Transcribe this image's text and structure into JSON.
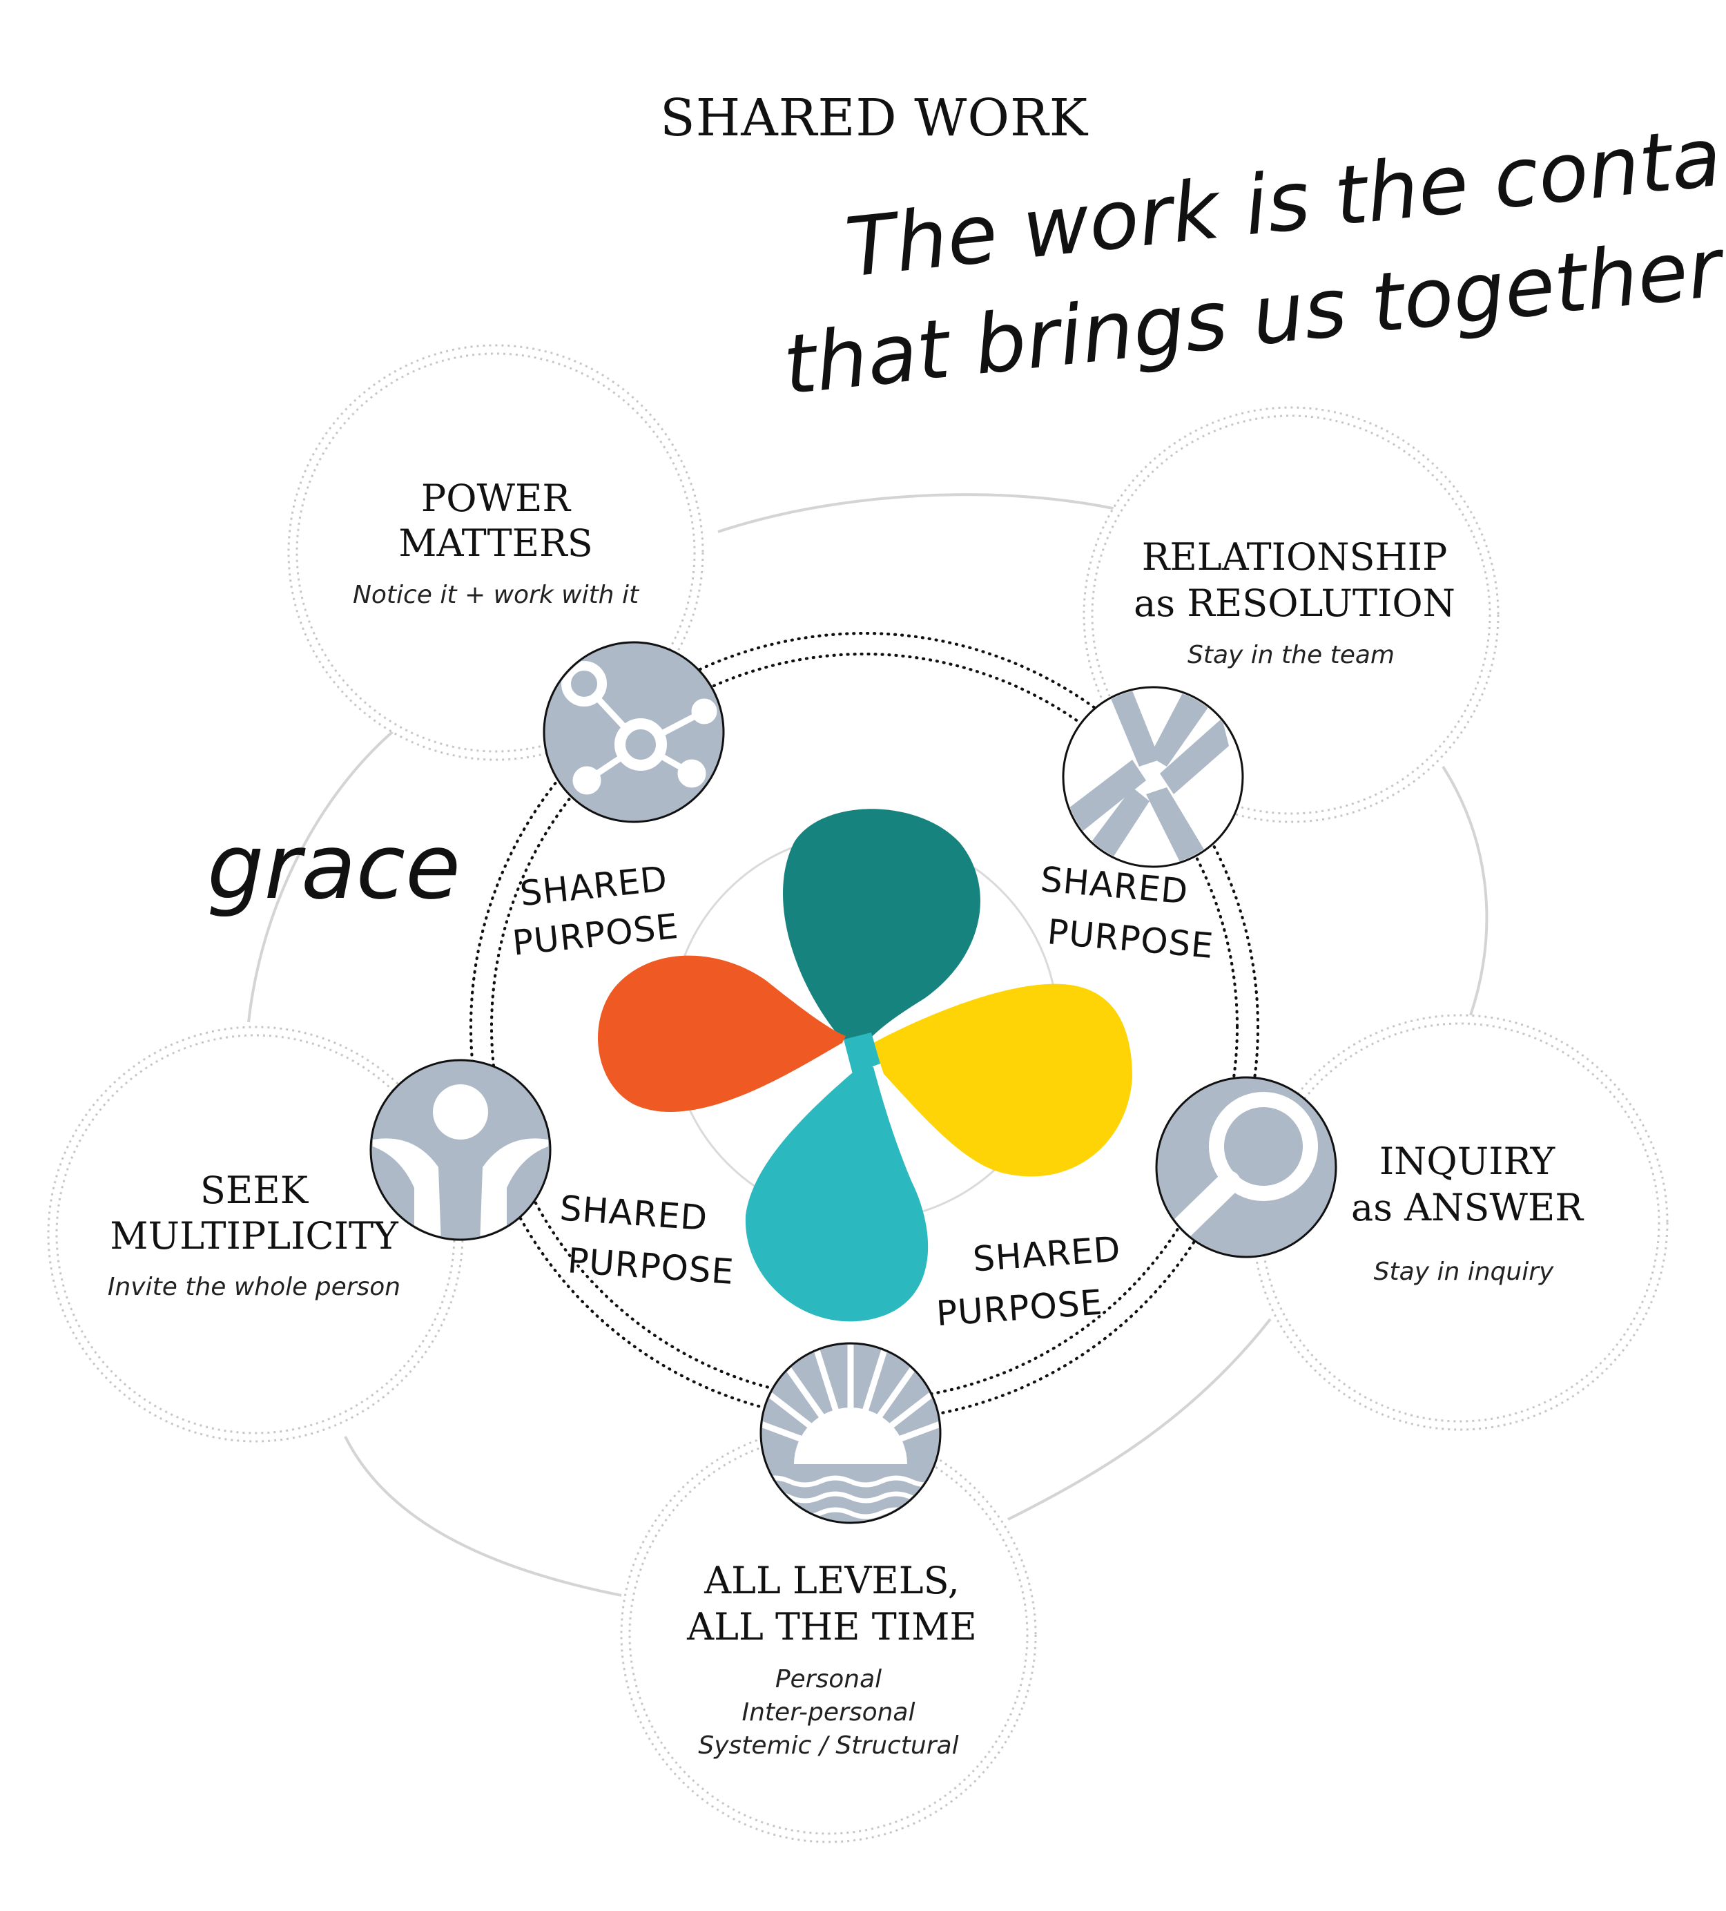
{
  "title": "SHARED WORK",
  "handwritten": {
    "line1": "The work is the container",
    "line2": "that brings us together",
    "side_note": "grace"
  },
  "shared_purpose": {
    "line1": "SHARED",
    "line2": "PURPOSE"
  },
  "principles": [
    {
      "id": "power",
      "heading_lines": [
        "POWER",
        "MATTERS"
      ],
      "sub_lines": [
        "Notice it + work with it"
      ],
      "icon": "network-nodes-icon"
    },
    {
      "id": "relationship",
      "heading_lines": [
        "RELATIONSHIP",
        "as RESOLUTION"
      ],
      "sub_lines": [
        "Stay in the team"
      ],
      "icon": "aperture-icon"
    },
    {
      "id": "inquiry",
      "heading_lines": [
        "INQUIRY",
        "as ANSWER"
      ],
      "sub_lines": [
        "Stay in inquiry"
      ],
      "icon": "magnifier-icon"
    },
    {
      "id": "levels",
      "heading_lines": [
        "ALL LEVELS,",
        "ALL THE TIME"
      ],
      "sub_lines": [
        "Personal",
        "Inter-personal",
        "Systemic / Structural"
      ],
      "icon": "sunrise-icon"
    },
    {
      "id": "multiplicity",
      "heading_lines": [
        "SEEK",
        "MULTIPLICITY"
      ],
      "sub_lines": [
        "Invite the whole person"
      ],
      "icon": "person-icon"
    }
  ],
  "colors": {
    "petal_teal": "#17837F",
    "petal_orange": "#EF5A24",
    "petal_yellow": "#FFD406",
    "petal_cyan": "#2CB8BF",
    "icon_fill": "#AEB9C7",
    "ring_dotted": "#c6c6c6",
    "loop": "#d4d4d4"
  }
}
